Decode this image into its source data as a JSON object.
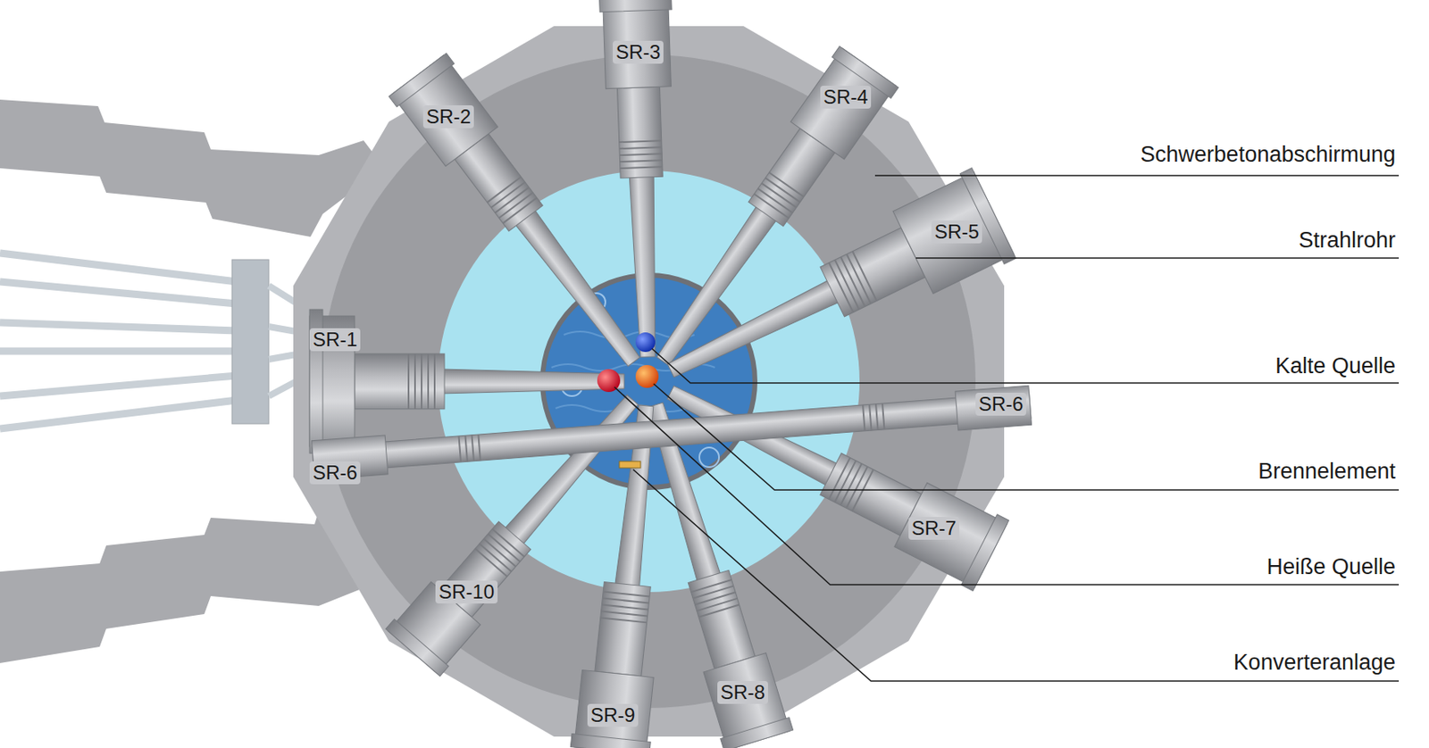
{
  "diagram": {
    "labels": [
      "SR-3",
      "SR-2",
      "SR-4",
      "Schwerbetonabschirmung",
      "SR-5",
      "Strahlrohr",
      "SR-1",
      "Kalte Quelle",
      "SR-6",
      "Brennelement",
      "SR-6",
      "SR-7",
      "Heiße Quelle",
      "SR-10",
      "SR-8",
      "Konverteranlage",
      "SR-9"
    ]
  }
}
